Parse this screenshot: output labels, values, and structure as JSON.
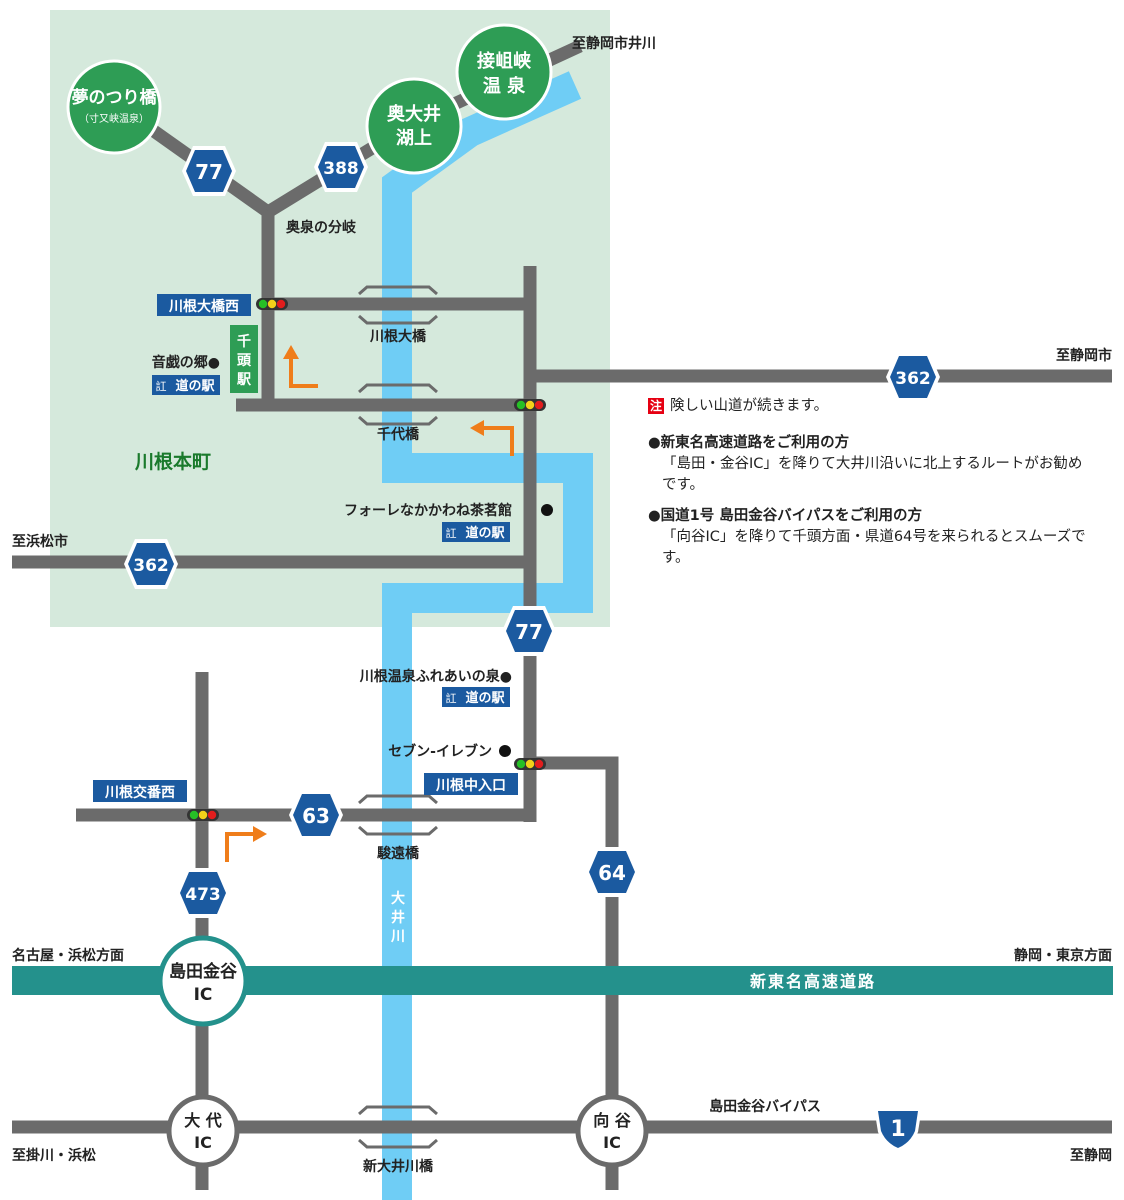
{
  "area_label": "川根本町",
  "river_label": "大井川",
  "expressway_label": "新東名高速道路",
  "bypass_label": "島田金谷バイパス",
  "onsen_junction": "奥泉の分岐",
  "destinations": {
    "yume_no_tsuribashi": {
      "line1": "夢のつり橋",
      "line2": "（寸又峡温泉）"
    },
    "okuoi_kojo": {
      "line1": "奥大井",
      "line2": "湖上"
    },
    "sesshikyo_onsen": {
      "line1": "接岨峡",
      "line2": "温 泉"
    }
  },
  "interchanges": {
    "shimada_kanaya": {
      "line1": "島田金谷",
      "line2": "IC"
    },
    "daidai": {
      "line1": "大 代",
      "line2": "IC"
    },
    "mukoya": {
      "line1": "向 谷",
      "line2": "IC"
    }
  },
  "route_shields": {
    "r77_north": "77",
    "r388": "388",
    "r362_east": "362",
    "r362_west": "362",
    "r77_south": "77",
    "r63": "63",
    "r64": "64",
    "r473": "473",
    "r1": "1"
  },
  "intersections": {
    "kawane_ohashi_nishi": "川根大橋西",
    "kawane_koban_nishi": "川根交番西",
    "kawane_naka_iriguchi": "川根中入口"
  },
  "station": "千頭駅",
  "bridges": {
    "kawane_ohashi": "川根大橋",
    "chiyo": "千代橋",
    "shunen": "駿遠橋",
    "shin_oigawa": "新大井川橋"
  },
  "places": {
    "otogi_no_sato": "音戯の郷●",
    "foret": "フォーレなかかわね茶茗館",
    "fureai_no_izumi": "川根温泉ふれあいの泉●",
    "seven_eleven": "セブン-イレブン",
    "michi_no_eki": "道の駅",
    "michi_no_eki_icon": "訌"
  },
  "directions": {
    "shizuoka_ikawa": "至静岡市井川",
    "shizuoka_city": "至静岡市",
    "hamamatsu_city": "至浜松市",
    "nagoya_hamamatsu": "名古屋・浜松方面",
    "shizuoka_tokyo": "静岡・東京方面",
    "kakegawa_hamamatsu": "至掛川・浜松",
    "shizuoka": "至静岡"
  },
  "notes": {
    "warning_mark": "注",
    "warning": "険しい山道が続きます。",
    "expressway_heading": "●新東名高速道路をご利用の方",
    "expressway_body": "「島田・金谷IC」を降りて大井川沿いに北上するルートがお勧めです。",
    "route1_heading": "●国道1号 島田金谷バイパスをご利用の方",
    "route1_body": "「向谷IC」を降りて千頭方面・県道64号を来られるとスムーズです。"
  },
  "colors": {
    "road": "#6b6b6b",
    "river": "#6fcdf5",
    "area": "#d5e9dc",
    "expressway": "#24918c",
    "shield": "#1b5aa0",
    "destination_circle": "#2e9d55",
    "label_box": "#1b5aa0",
    "arrow": "#ef7d1a"
  }
}
